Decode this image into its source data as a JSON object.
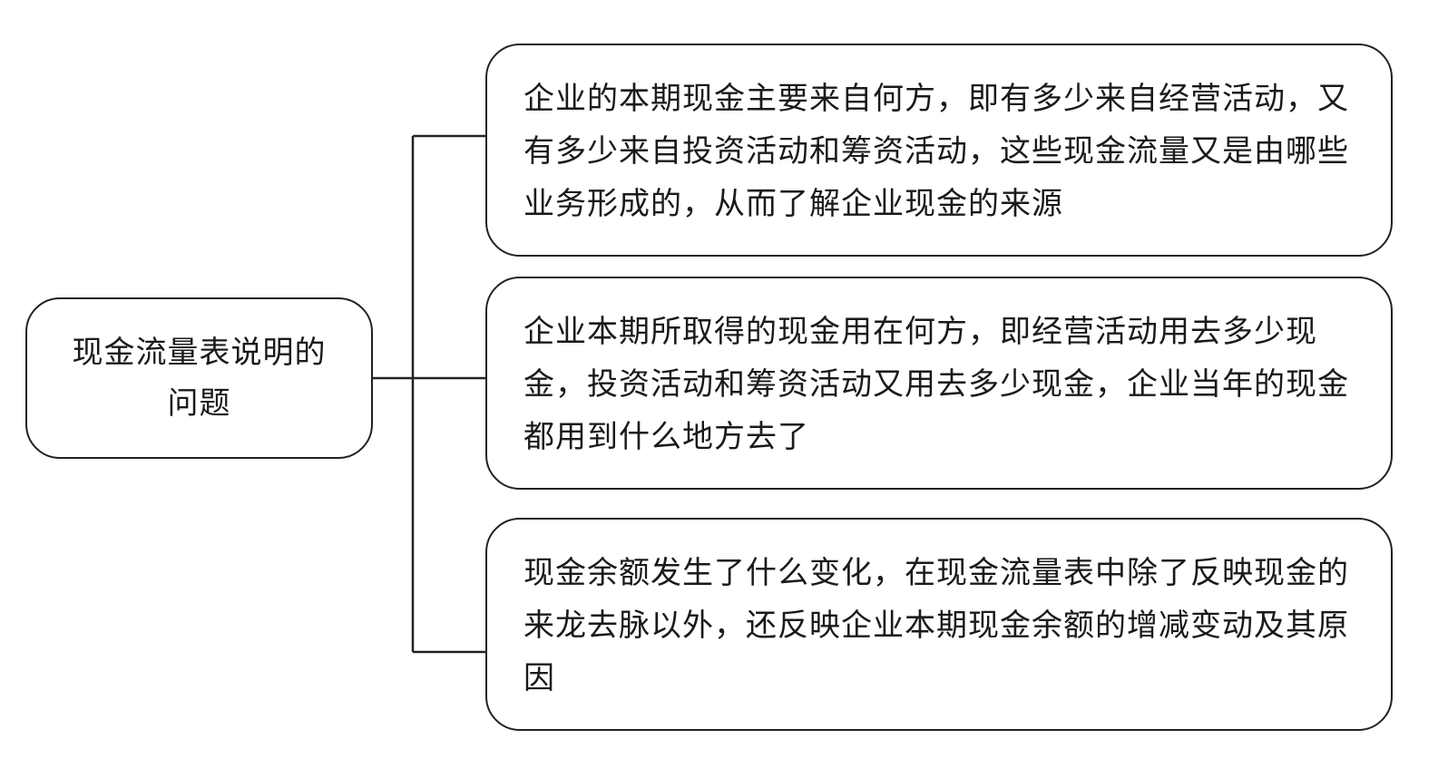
{
  "root": {
    "label": "现金流量表说明的问题"
  },
  "children": [
    {
      "text": "企业的本期现金主要来自何方，即有多少来自经营活动，又有多少来自投资活动和筹资活动，这些现金流量又是由哪些业务形成的，从而了解企业现金的来源"
    },
    {
      "text": "企业本期所取得的现金用在何方，即经营活动用去多少现金，投资活动和筹资活动又用去多少现金，企业当年的现金都用到什么地方去了"
    },
    {
      "text": "现金余额发生了什么变化，在现金流量表中除了反映现金的来龙去脉以外，还反映企业本期现金余额的增减变动及其原因"
    }
  ],
  "colors": {
    "stroke": "#222222",
    "text": "#1a1a1a",
    "background": "#ffffff"
  }
}
